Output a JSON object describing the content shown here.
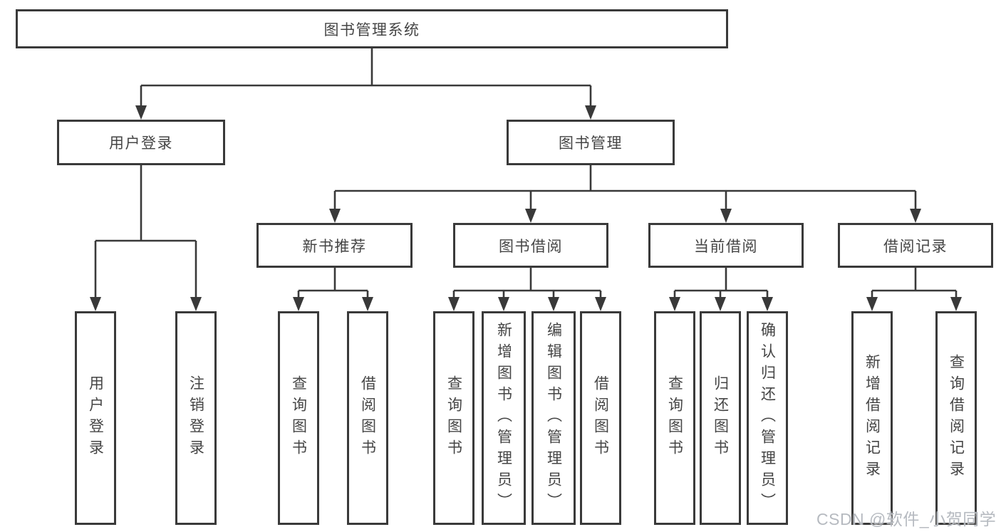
{
  "colors": {
    "line": "#393939",
    "box_border": "#3a3a3a",
    "text": "#454545",
    "watermark": "#b6bac0",
    "background": "#ffffff"
  },
  "watermark": "CSDN @软件_小贺同学",
  "tree": {
    "label": "图书管理系统",
    "children": [
      {
        "label": "用户登录",
        "children": [
          {
            "label": "用户登录"
          },
          {
            "label": "注销登录"
          }
        ]
      },
      {
        "label": "图书管理",
        "children": [
          {
            "label": "新书推荐",
            "children": [
              {
                "label": "查询图书"
              },
              {
                "label": "借阅图书"
              }
            ]
          },
          {
            "label": "图书借阅",
            "children": [
              {
                "label": "查询图书"
              },
              {
                "label": "新增图书（管理员）"
              },
              {
                "label": "编辑图书（管理员）"
              },
              {
                "label": "借阅图书"
              }
            ]
          },
          {
            "label": "当前借阅",
            "children": [
              {
                "label": "查询图书"
              },
              {
                "label": "归还图书"
              },
              {
                "label": "确认归还（管理员）"
              }
            ]
          },
          {
            "label": "借阅记录",
            "children": [
              {
                "label": "新增借阅记录"
              },
              {
                "label": "查询借阅记录"
              }
            ]
          }
        ]
      }
    ]
  }
}
